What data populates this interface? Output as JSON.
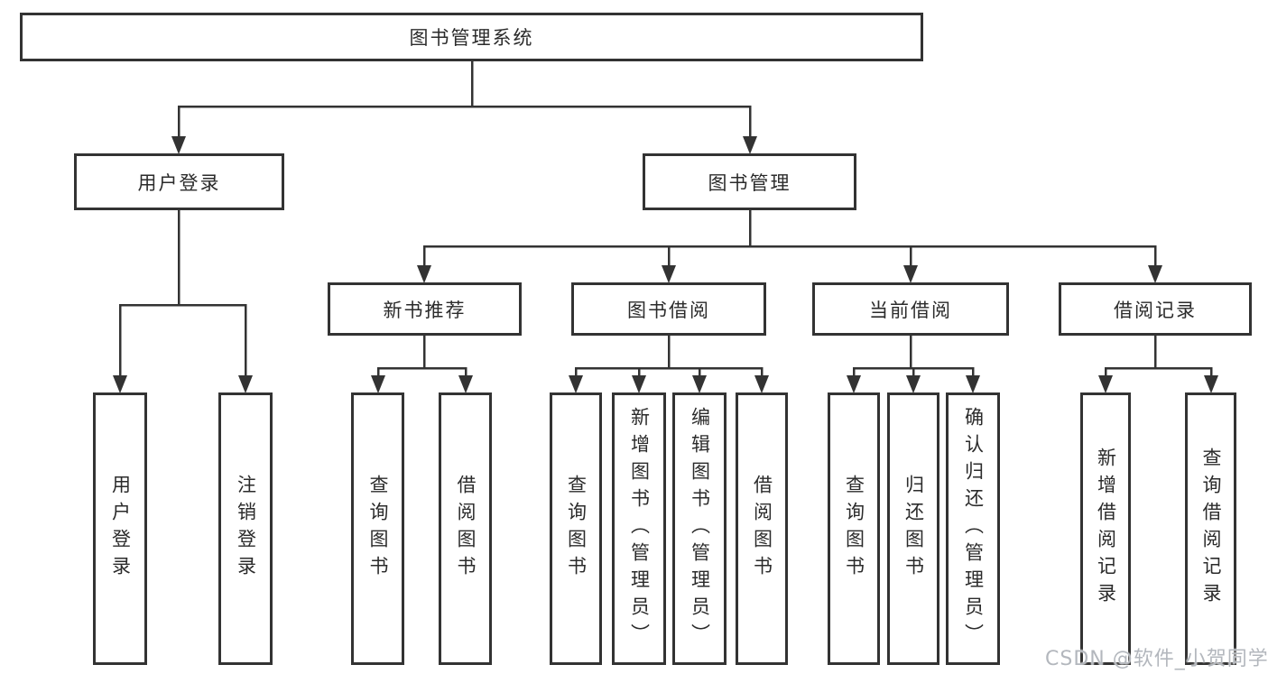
{
  "diagram": {
    "title": "图书管理系统",
    "nodes": {
      "root": "图书管理系统",
      "user_login": "用户登录",
      "book_mgmt": "图书管理",
      "new_book_rec": "新书推荐",
      "book_borrow": "图书借阅",
      "current_borrow": "当前借阅",
      "borrow_records": "借阅记录",
      "leaf_user_login": "用户登录",
      "leaf_logout": "注销登录",
      "leaf_query_book_1": "查询图书",
      "leaf_borrow_book_1": "借阅图书",
      "leaf_query_book_2": "查询图书",
      "leaf_add_book": "新增图书（管理员）",
      "leaf_edit_book": "编辑图书（管理员）",
      "leaf_borrow_book_2": "借阅图书",
      "leaf_query_book_3": "查询图书",
      "leaf_return_book": "归还图书",
      "leaf_confirm_return": "确认归还（管理员）",
      "leaf_add_record": "新增借阅记录",
      "leaf_query_record": "查询借阅记录"
    },
    "colors": {
      "line": "#333333",
      "box_border": "#333333",
      "box_fill": "#ffffff",
      "text": "#2b2b2b",
      "watermark": "#b3b7bd"
    }
  },
  "watermark": "CSDN @软件_小贺同学"
}
